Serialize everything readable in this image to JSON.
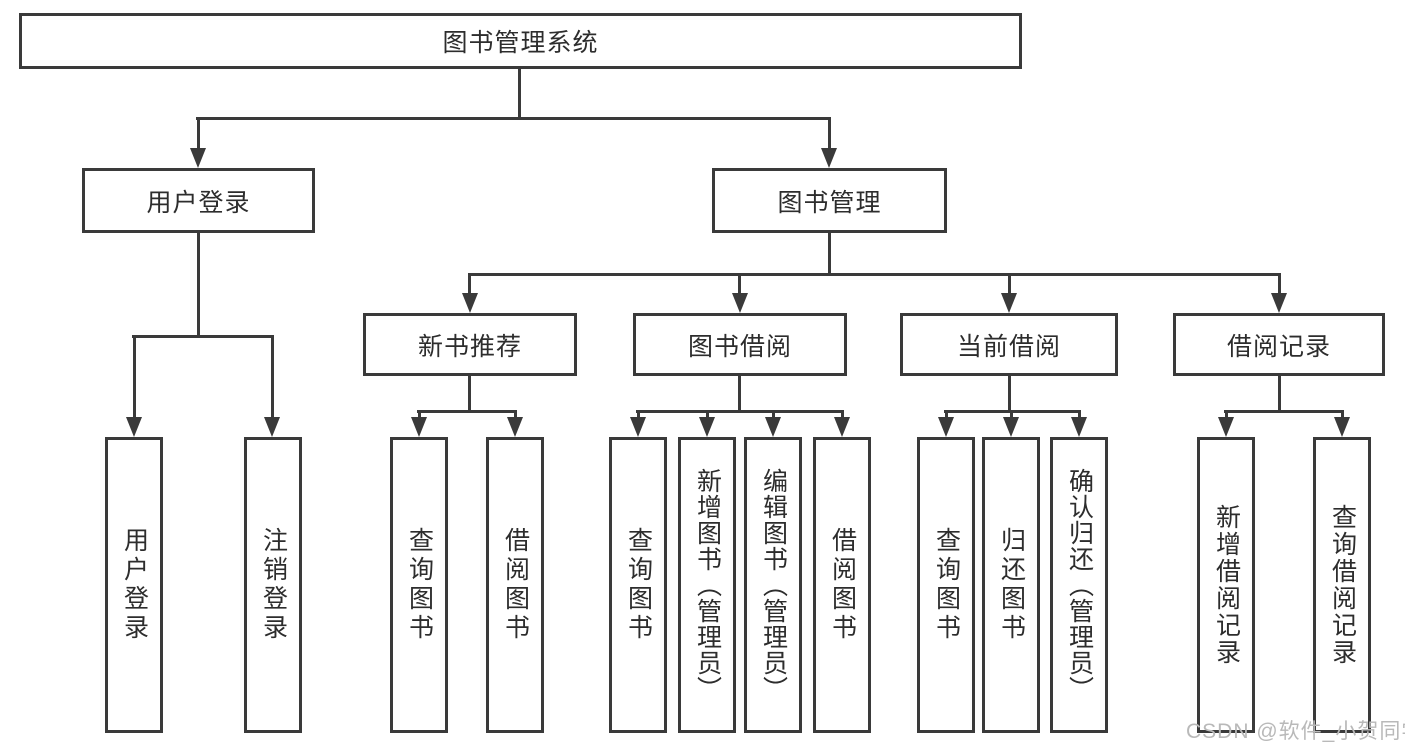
{
  "tree": {
    "root": {
      "label": "图书管理系统",
      "children": [
        {
          "label": "用户登录",
          "children": [
            {
              "label": "用户登录"
            },
            {
              "label": "注销登录"
            }
          ]
        },
        {
          "label": "图书管理",
          "children": [
            {
              "label": "新书推荐",
              "children": [
                {
                  "label": "查询图书"
                },
                {
                  "label": "借阅图书"
                }
              ]
            },
            {
              "label": "图书借阅",
              "children": [
                {
                  "label": "查询图书"
                },
                {
                  "label": "新增图书（管理员）"
                },
                {
                  "label": "编辑图书（管理员）"
                },
                {
                  "label": "借阅图书"
                }
              ]
            },
            {
              "label": "当前借阅",
              "children": [
                {
                  "label": "查询图书"
                },
                {
                  "label": "归还图书"
                },
                {
                  "label": "确认归还（管理员）"
                }
              ]
            },
            {
              "label": "借阅记录",
              "children": [
                {
                  "label": "新增借阅记录"
                },
                {
                  "label": "查询借阅记录"
                }
              ]
            }
          ]
        }
      ]
    }
  },
  "watermark": {
    "text": "CSDN @软件_小贺同学"
  },
  "colors": {
    "line": "#3a3a3a",
    "text": "#2d2d2d",
    "box_background": "#ffffff",
    "watermark": "#b9b9b9",
    "page_background": "#ffffff"
  }
}
